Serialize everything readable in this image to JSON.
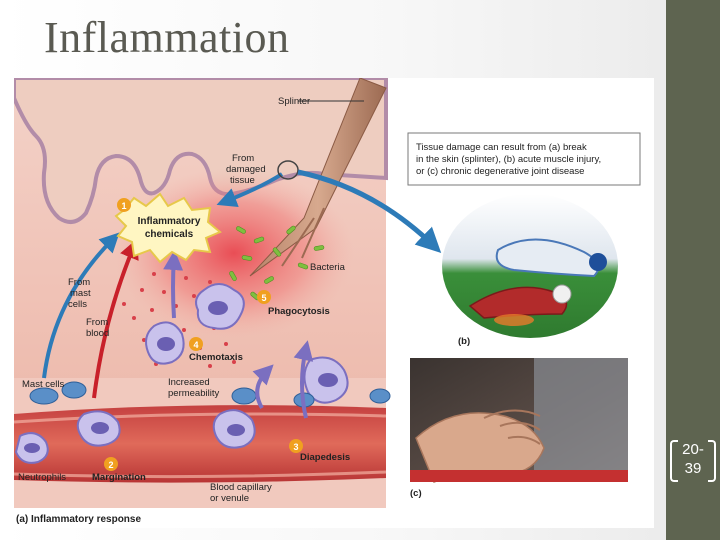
{
  "slide": {
    "title": "Inflammation",
    "page_number": "20-39"
  },
  "figure": {
    "caption_a": "(a) Inflammatory response",
    "caption_b": "(b)",
    "caption_c": "(c)",
    "callout": {
      "line1": "Tissue damage can result from (a) break",
      "line2": "in the skin (splinter), (b) acute muscle injury,",
      "line3": "or (c) chronic degenerative joint disease"
    },
    "labels": {
      "splinter": "Splinter",
      "from_damaged_1": "From",
      "from_damaged_2": "damaged",
      "from_damaged_3": "tissue",
      "chem_1": "Inflammatory",
      "chem_2": "chemicals",
      "bacteria": "Bacteria",
      "phagocytosis": "Phagocytosis",
      "from_mast_1": "From",
      "from_mast_2": "mast",
      "from_mast_3": "cells",
      "from_blood_1": "From",
      "from_blood_2": "blood",
      "chemotaxis": "Chemotaxis",
      "perm_1": "Increased",
      "perm_2": "permeability",
      "mast_cells": "Mast cells",
      "neutrophils": "Neutrophils",
      "margination": "Margination",
      "diapedesis": "Diapedesis",
      "capillary_1": "Blood capillary",
      "capillary_2": "or venule"
    },
    "steps": [
      "1",
      "2",
      "3",
      "4",
      "5"
    ]
  }
}
